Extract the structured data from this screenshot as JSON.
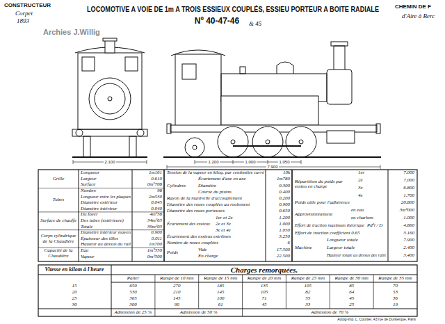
{
  "diagram": {
    "title": "LOCOMOTIVE A VOIE DE 1m A TROIS ESSIEUX COUPLÉS, ESSIEU PORTEUR A BOITE RADIALE",
    "labels": [
      "CONSTRUCTEUR",
      "Corpet",
      "1893",
      "Archies J.Willig",
      "Nº 40-47-46",
      "& 45",
      "CHEMIN DE F",
      "d'Aire à Berc",
      "2.100",
      "1.200",
      "1.000",
      "1.050",
      "7.900",
      "Grille",
      "Tubes",
      "Surface de chauffe",
      "Corps cylindrique de la Chaudière",
      "Capacité de la Chaudière",
      "Longueur",
      "Largeur",
      "Surface",
      "Nombre",
      "Longueur entre les plaques",
      "Diamètre extérieur",
      "Diamètre intérieur",
      "Du foyer",
      "Des tubes (extérieure)",
      "Totale",
      "Diamètre intérieur moyen",
      "Épaisseur des tôles",
      "Hauteur au dessus du rail",
      "Eau",
      "Vapeur",
      "1m161",
      "0.610",
      "0m²708",
      "98",
      "2m530",
      "0.045",
      "0.040",
      "4m²38",
      "34m²65",
      "39m²03",
      "0.900",
      "0.011",
      "1m700",
      "1m³350",
      "0m³500",
      "Tension de la vapeur en kilog. par centimètre carré",
      "Cylindres",
      "Écartement d'axe en axe",
      "Diamètre",
      "Course du piston",
      "Rayon de la manivelle d'accouplement",
      "Diamètre des roues couplées au roulement",
      "Diamètre des roues porteuses",
      "Écartement des essieux",
      "1er et 2e",
      "2e et 3e",
      "3e et 4e",
      "Écartement des essieux extrêmes",
      "Nombre de roues couplées",
      "Poids",
      "Vide",
      "En charge",
      "10k",
      "1m780",
      "0.300",
      "0.400",
      "0.200",
      "0.900",
      "0.650",
      "1.200",
      "1.000",
      "1.050",
      "3.250",
      "6",
      "17.500",
      "22.500",
      "Répartition du poids par essieu en charge",
      "1er",
      "2e",
      "3e",
      "4e",
      "Poids utile pour l'adhérence",
      "Approvisionnement",
      "en eau",
      "en charbon",
      "Effort de traction maximum théorique",
      "Pd²l / D",
      "Effort de traction coefficient 0.65",
      "Machine",
      "Longueur totale",
      "Largeur totale",
      "Hauteur totale au dessus des rails",
      "7.000",
      "7.000",
      "6.800",
      "1.700",
      "20.800",
      "3m³000",
      "1.000",
      "4.860",
      "3.160",
      "7.900",
      "2.400",
      "3.400",
      "Vitesse en kilom à l'heure",
      "15",
      "20",
      "25",
      "30",
      "Charges remorquées.",
      "Palier",
      "Rampe de 10 mm",
      "Rampe de 15 mm",
      "Rampe de 20 mm",
      "Rampe de 25 mm",
      "Rampe de 30 mm",
      "Rampe de 35 mm",
      "650",
      "270",
      "185",
      "135",
      "105",
      "85",
      "70",
      "530",
      "210",
      "145",
      "105",
      "82",
      "64",
      "53",
      "365",
      "145",
      "100",
      "71",
      "55",
      "45",
      "36",
      "300",
      "90",
      "61",
      "45",
      "33",
      "25",
      "19",
      "Admission de 25 %",
      "Admission de 50 %",
      "Admission de 70 %",
      "Autog-Imp. L. Courtier, 43 rue de Dunkerque, Paris"
    ]
  }
}
